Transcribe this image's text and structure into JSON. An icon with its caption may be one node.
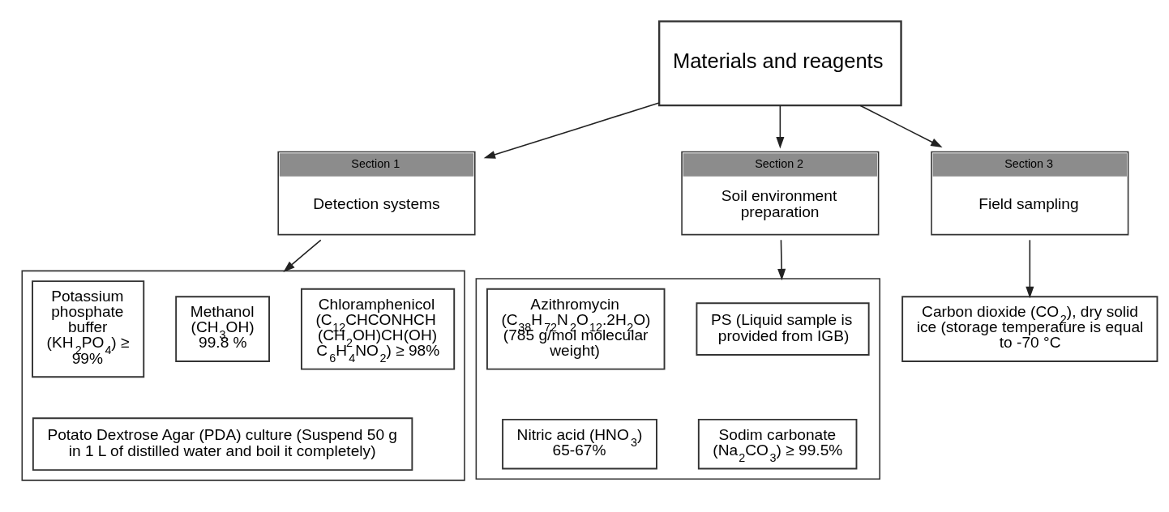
{
  "diagram": {
    "nodes": [
      {
        "text": [
          "Materials and reagents"
        ]
      },
      {
        "text": [
          "Section 1",
          "Detection systems"
        ]
      },
      {
        "text": [
          "Section 2",
          "Soil environment preparation"
        ]
      },
      {
        "text": [
          "Section 3",
          "Field sampling"
        ]
      },
      {
        "text": [],
        "shape": "box"
      },
      {
        "text": [
          "Potassium phosphate buffer (KH$_{2}$PO$_{4}$) ≥ 99%"
        ],
        "in": 4
      },
      {
        "text": [
          "Methanol (CH$_{3}$OH) 99.8 %"
        ],
        "in": 4
      },
      {
        "text": [
          "Chloramphenicol (C$_{12}$CHCONHCH (CH$_{2}$OH)CH(OH) C$_{6}$H$_{4}$NO$_{2}$) ≥ 98%"
        ],
        "in": 4
      },
      {
        "text": [
          "Potato Dextrose Agar (PDA) culture (Suspend 50 g in 1 L of distilled water and boil it completely)"
        ],
        "in": 4
      },
      {
        "text": [],
        "shape": "box"
      },
      {
        "text": [
          "Azithromycin (C$_{38}$H$_{72}$N$_{2}$O$_{12}$.2H$_{2}$O) (785 g/mol molecular weight)"
        ],
        "in": 9
      },
      {
        "text": [
          "PS (Liquid sample is provided from IGB)"
        ],
        "in": 9
      },
      {
        "text": [
          "Nitric acid (HNO$_{3}$) 65-67%"
        ],
        "in": 9
      },
      {
        "text": [
          "Sodim carbonate (Na$_{2}$CO$_{3}$) ≥ 99.5%"
        ],
        "in": 9
      },
      {
        "text": [
          "Carbon dioxide (CO$_{2}$), dry solid ice (storage temperature is equal to -70 °C"
        ]
      }
    ],
    "edges": [
      {
        "from": 0,
        "to": 1,
        "arrow": "to"
      },
      {
        "from": 0,
        "to": 2,
        "arrow": "to"
      },
      {
        "from": 0,
        "to": 3,
        "arrow": "to"
      },
      {
        "from": 1,
        "to": 4,
        "arrow": "to"
      },
      {
        "from": 2,
        "to": 9,
        "arrow": "to"
      },
      {
        "from": 3,
        "to": 14,
        "arrow": "to"
      }
    ]
  }
}
